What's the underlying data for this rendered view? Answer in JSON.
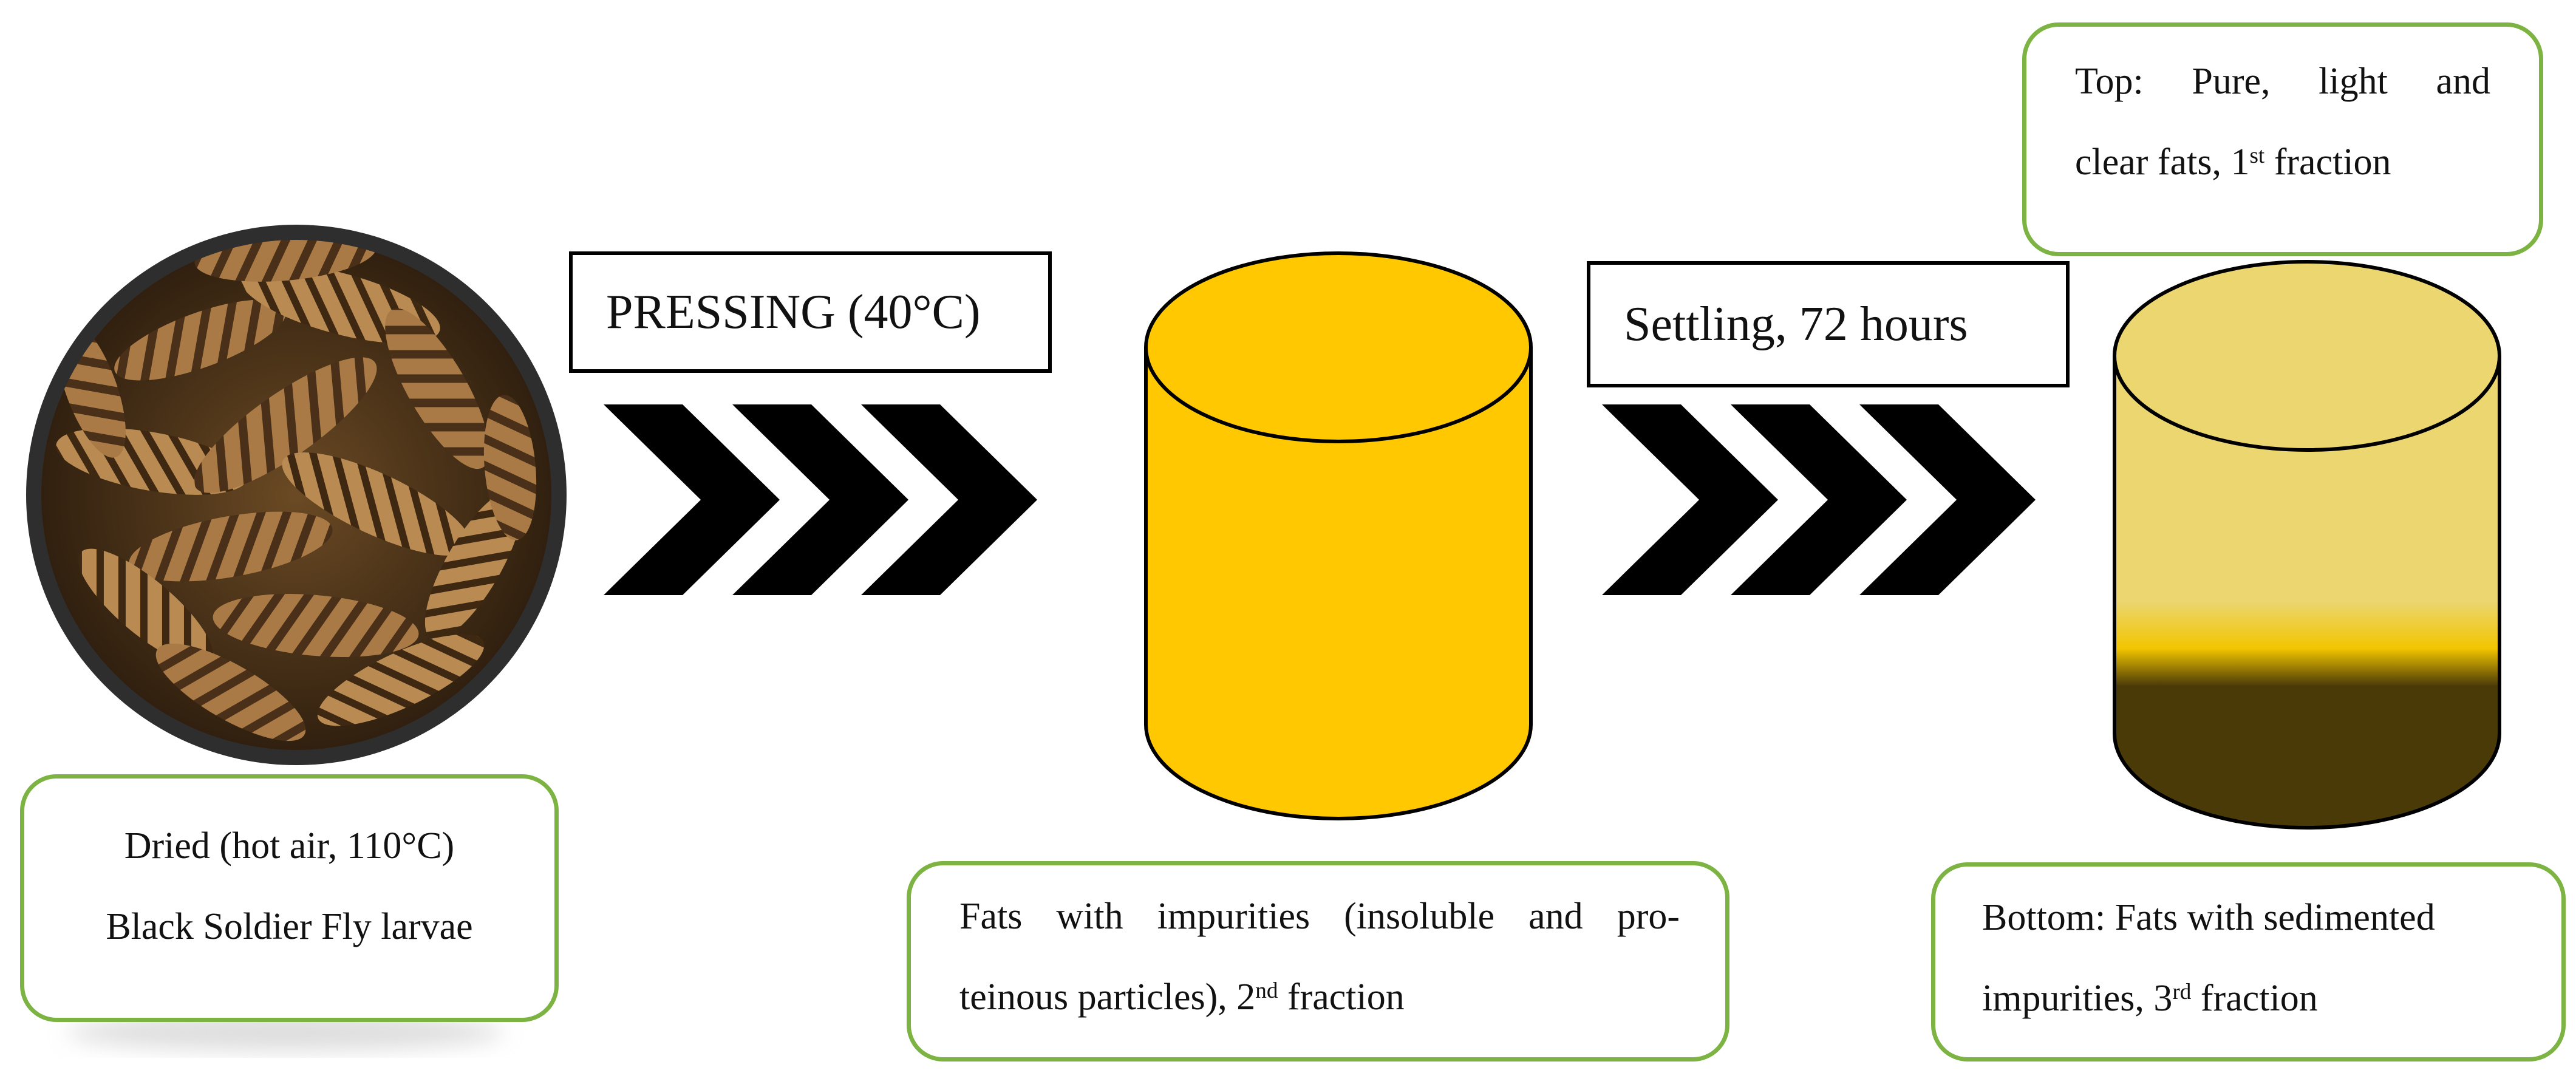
{
  "steps": {
    "pressing_label": "PRESSING (40°C)",
    "settling_label": "Settling, 72 hours"
  },
  "notes": {
    "larvae": {
      "line1": "Dried (hot air, 110°C)",
      "line2": "Black Soldier Fly larvae"
    },
    "crude_fat": {
      "line1": "Fats with impurities (insoluble and pro-",
      "line2_text": "teinous particles), 2",
      "line2_sup": "nd",
      "line2_tail": " fraction"
    },
    "top_fraction": {
      "line1": "Top: Pure, light and",
      "line2_text": "clear fats, 1",
      "line2_sup": "st",
      "line2_tail": " fraction"
    },
    "bottom_fraction": {
      "line1": "Bottom: Fats with sedimented",
      "line2_text": "impurities, 3",
      "line2_sup": "rd",
      "line2_tail": " fraction"
    }
  },
  "colors": {
    "crude_fat": "#FFC800",
    "clear_fat": "#EBD670",
    "sediment": "#4A3A08",
    "note_border": "#7cb342"
  },
  "icons": [
    "larvae-photo",
    "chevron-arrow-icon",
    "cylinder-icon"
  ]
}
